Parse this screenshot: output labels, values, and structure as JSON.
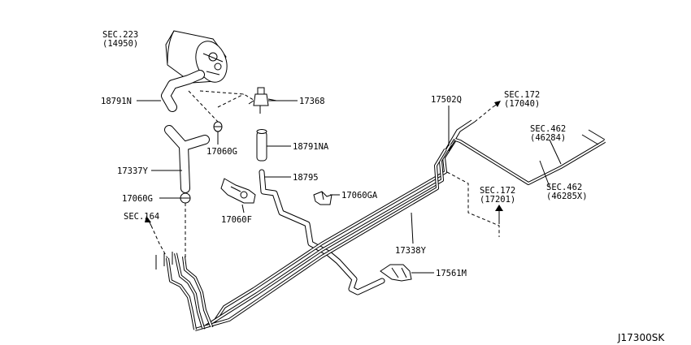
{
  "labels": {
    "canister_sec": "SEC.223",
    "canister_ref": "(14950)",
    "hose_18791N": "18791N",
    "valve_17368": "17368",
    "hose_18791NA": "18791NA",
    "clip_17060G_top": "17060G",
    "hose_17337Y": "17337Y",
    "clip_17060G_left": "17060G",
    "sec_164": "SEC.164",
    "tube_18795": "18795",
    "clamp_17060F": "17060F",
    "clamp_17060GA": "17060GA",
    "tube_17502Q": "17502Q",
    "sec_172_top": "SEC.172",
    "ref_17040": "(17040)",
    "sec_462_top": "SEC.462",
    "ref_46284": "(46284)",
    "sec_172_mid": "SEC.172",
    "ref_17201": "(17201)",
    "sec_462_mid": "SEC.462",
    "ref_46285X": "(46285X)",
    "tube_17338Y": "17338Y",
    "bracket_17561M": "17561M",
    "diagram_id": "J17300SK"
  }
}
